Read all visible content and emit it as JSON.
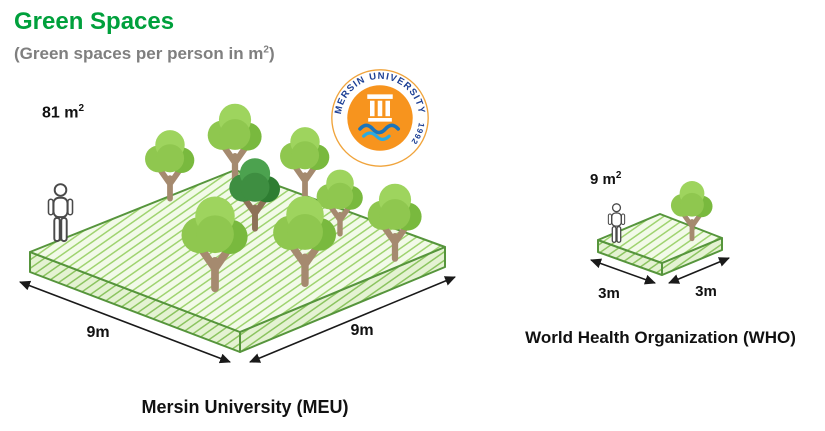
{
  "title": "Green Spaces",
  "subtitle": {
    "prefix": "(Green spaces per person in m",
    "sup": "2",
    "suffix": ")"
  },
  "logo": {
    "name": "MERSIN UNIVERSITY",
    "year": "1992"
  },
  "meu": {
    "area_value": "81 m",
    "area_sup": "2",
    "dim_left": "9m",
    "dim_right": "9m",
    "caption": "Mersin University (MEU)"
  },
  "who": {
    "area_value": "9 m",
    "area_sup": "2",
    "dim_left": "3m",
    "dim_right": "3m",
    "caption": "World Health Organization (WHO)"
  },
  "colors": {
    "title_green": "#00A03C",
    "subtitle_gray": "#7f7f7f",
    "text_dark": "#111111",
    "platform_fill": "#f2fae8",
    "platform_hatch": "#9fd36f",
    "platform_edge": "#56953c",
    "tree_green_light": "#9ed45e",
    "tree_green": "#8fc74f",
    "tree_green_deep": "#79b93e",
    "tree_dark_green": "#2e7d32",
    "trunk_brown": "#a58a6f",
    "logo_orange": "#F7941E",
    "logo_blue": "#1c3f94"
  }
}
